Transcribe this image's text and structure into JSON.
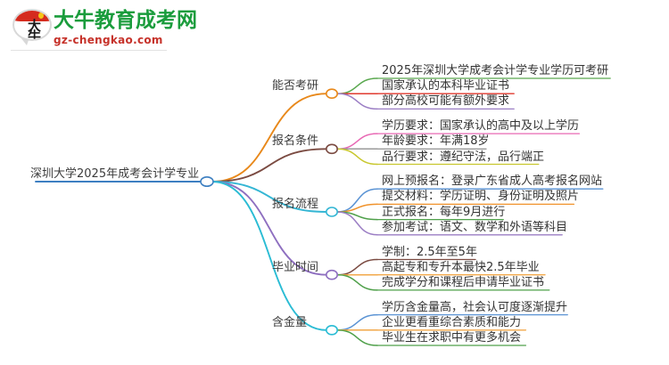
{
  "header": {
    "brand_name": "大牛教育成考网",
    "brand_url": "gz-chengkao.com",
    "logo_glyph_line1": "大",
    "logo_glyph_line2": "牛",
    "brand_color": "#1a9c3c",
    "url_color": "#c6322a",
    "logo_accent_color": "#d52b1e"
  },
  "mindmap": {
    "root": {
      "label": "深圳大学2025年成考会计学专业",
      "node_color": "#3d7fc1"
    },
    "branches": [
      {
        "label": "能否考研",
        "color": "#e8881a",
        "children": [
          {
            "label": "2025年深圳大学成考会计学专业学历可考研",
            "color": "#5aa84f"
          },
          {
            "label": "国家承认的本科毕业证书",
            "color": "#e03a2f"
          },
          {
            "label": "部分高校可能有额外要求",
            "color": "#9b7ec4"
          }
        ]
      },
      {
        "label": "报名条件",
        "color": "#7b4b42",
        "children": [
          {
            "label": "学历要求：国家承认的高中及以上学历",
            "color": "#e869b4"
          },
          {
            "label": "年龄要求：年满18岁",
            "color": "#9a9a9a"
          },
          {
            "label": "品行要求：遵纪守法，品行端正",
            "color": "#c8c72e"
          }
        ]
      },
      {
        "label": "报名流程",
        "color": "#34b6d4",
        "children": [
          {
            "label": "网上预报名：登录广东省成人高考报名网站",
            "color": "#5a93d4"
          },
          {
            "label": "提交材料：学历证明、身份证明及照片",
            "color": "#f0922b"
          },
          {
            "label": "正式报名：每年9月进行",
            "color": "#4fa04a"
          },
          {
            "label": "参加考试：语文、数学和外语等科目",
            "color": "#9b7ec4"
          }
        ]
      },
      {
        "label": "毕业时间",
        "color": "#8e6fc0",
        "children": [
          {
            "label": "学制：2.5年至5年",
            "color": "#7b4b42"
          },
          {
            "label": "高起专和专升本最快2.5年毕业",
            "color": "#f2a84a"
          },
          {
            "label": "完成学分和课程后申请毕业证书",
            "color": "#4fa04a"
          }
        ]
      },
      {
        "label": "含金量",
        "color": "#2bbcd4",
        "children": [
          {
            "label": "学历含金量高，社会认可度逐渐提升",
            "color": "#5a93d4"
          },
          {
            "label": "企业更看重综合素质和能力",
            "color": "#f2a84a"
          },
          {
            "label": "毕业生在求职中有更多机会",
            "color": "#4fa04a"
          }
        ]
      }
    ]
  }
}
